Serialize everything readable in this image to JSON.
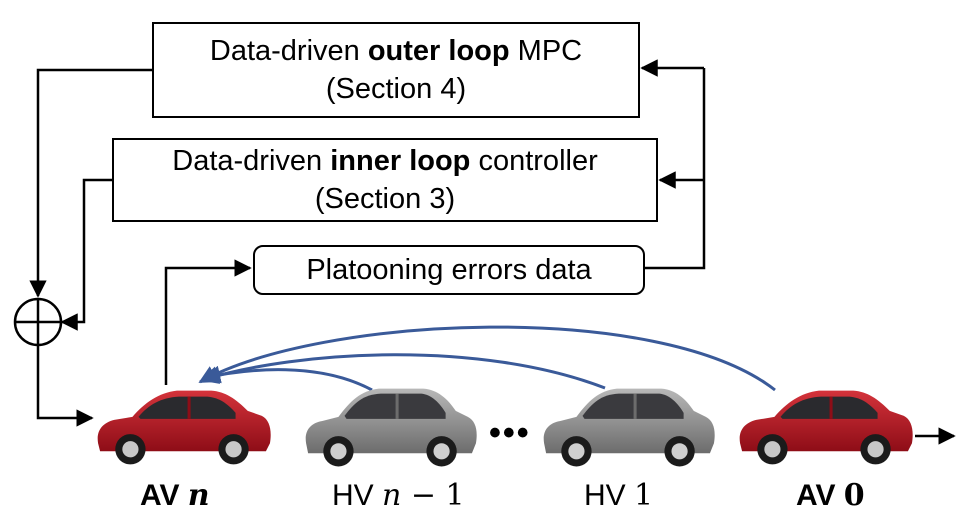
{
  "boxes": {
    "outer": {
      "pre": "Data-driven ",
      "bold": "outer loop",
      "post": " MPC",
      "section": "(Section 4)"
    },
    "inner": {
      "pre": "Data-driven ",
      "bold": "inner loop",
      "post": " controller",
      "section": "(Section 3)"
    },
    "errors": {
      "label": "Platooning errors data"
    }
  },
  "vehicles": [
    {
      "id": "av-n",
      "type": "AV",
      "prefix": "AV ",
      "var": "n",
      "suffix": "",
      "bold": true,
      "color": "#b3121f"
    },
    {
      "id": "hv-n-1",
      "type": "HV",
      "prefix": "HV ",
      "var": "n",
      "suffix": " − 1",
      "bold": false,
      "color": "#8a8a8a"
    },
    {
      "id": "hv-1",
      "type": "HV",
      "prefix": "HV ",
      "var": "",
      "suffix": "1",
      "bold": false,
      "color": "#8a8a8a"
    },
    {
      "id": "av-0",
      "type": "AV",
      "prefix": "AV ",
      "var": "",
      "suffix": "0",
      "bold": true,
      "color": "#b3121f"
    }
  ],
  "ellipsis": "•••",
  "colors": {
    "line": "#000000",
    "communication": "#3a5a99",
    "av_body": "#b3121f",
    "hv_body": "#8a8a8a"
  }
}
